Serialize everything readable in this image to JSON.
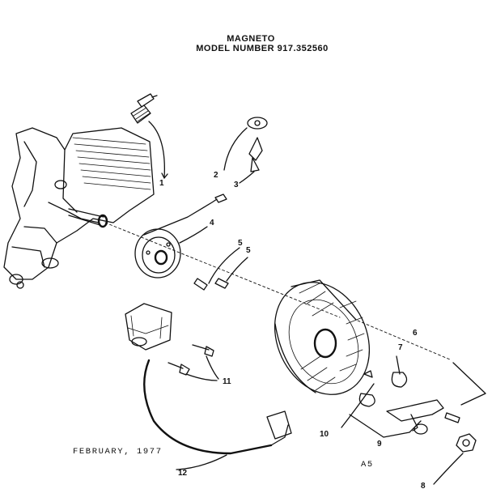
{
  "title": {
    "line1": "MAGNETO",
    "line2": "MODEL NUMBER 917.352560"
  },
  "date_stamp": "FEBRUARY, 1977",
  "sheet_code": "A5",
  "callouts": [
    {
      "label": "1"
    },
    {
      "label": "2"
    },
    {
      "label": "3"
    },
    {
      "label": "4"
    },
    {
      "label": "5"
    },
    {
      "label": "5"
    },
    {
      "label": "6"
    },
    {
      "label": "7"
    },
    {
      "label": "8"
    },
    {
      "label": "9"
    },
    {
      "label": "10"
    },
    {
      "label": "11"
    },
    {
      "label": "12"
    }
  ]
}
